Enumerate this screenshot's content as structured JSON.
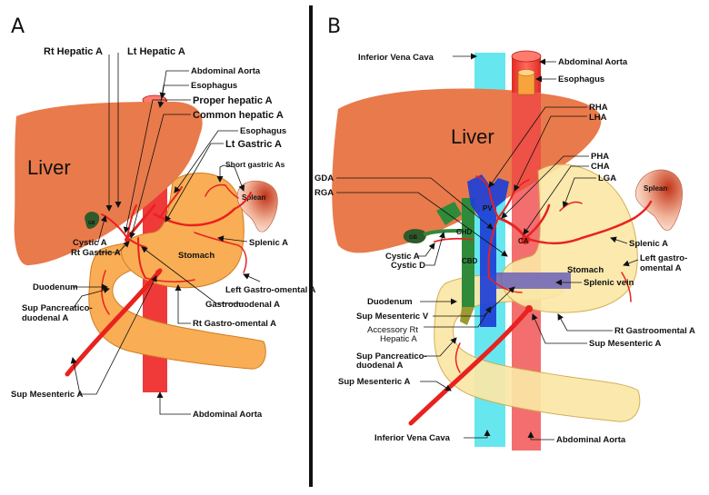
{
  "panel_a": {
    "letter": "A",
    "organs": {
      "liver": "Liver",
      "stomach": "Stomach",
      "splean": "Splean",
      "gb": "GB"
    },
    "labels": {
      "rt_hepatic": "Rt Hepatic A",
      "lt_hepatic": "Lt Hepatic A",
      "abdominal_aorta_top": "Abdominal Aorta",
      "esophagus_top": "Esophagus",
      "proper_hepatic": "Proper hepatic A",
      "common_hepatic": "Common hepatic A",
      "esophagus_mid": "Esophagus",
      "lt_gastric": "Lt Gastric A",
      "short_gastric": "Short gastric As",
      "cystic": "Cystic A",
      "rt_gastric": "Rt Gastric A",
      "splenic": "Splenic A",
      "duodenum": "Duodenum",
      "left_gastro_omental": "Left Gastro-omental A",
      "gastroduodenal": "Gastroduodenal A",
      "sup_pancreatico_1": "Sup Pancreatico-",
      "sup_pancreatico_2": "duodenal A",
      "rt_gastro_omental": "Rt Gastro-omental A",
      "sup_mesenteric": "Sup Mesenteric A",
      "abdominal_aorta_bottom": "Abdominal Aorta"
    }
  },
  "panel_b": {
    "letter": "B",
    "organs": {
      "liver": "Liver",
      "stomach": "Stomach",
      "splean": "Splean",
      "gb": "GB"
    },
    "inner": {
      "pv": "PV",
      "chd": "CHD",
      "cbd": "CBD",
      "ca": "CA"
    },
    "labels": {
      "ivc_top": "Inferior Vena Cava",
      "abdominal_aorta_top": "Abdominal Aorta",
      "esophagus": "Esophagus",
      "rha": "RHA",
      "lha": "LHA",
      "pha": "PHA",
      "cha": "CHA",
      "lga": "LGA",
      "gda": "GDA",
      "rga": "RGA",
      "cystic_a": "Cystic A",
      "cystic_d": "Cystic D",
      "splenic_a": "Splenic A",
      "left_gastro_1": "Left gastro-",
      "left_gastro_2": "omental A",
      "duodenum": "Duodenum",
      "splenic_vein": "Splenic vein",
      "sup_mesenteric_v": "Sup Mesenteric V",
      "accessory_1": "Accessory Rt",
      "accessory_2": "Hepatic A",
      "rt_gastroomental": "Rt Gastroomental A",
      "sup_mesenteric_a_right": "Sup Mesenteric A",
      "sup_pancreatico_1": "Sup Pancreatico-",
      "sup_pancreatico_2": "duodenal A",
      "sup_mesenteric_a_left": "Sup Mesenteric A",
      "ivc_bottom": "Inferior Vena Cava",
      "abdominal_aorta_bottom": "Abdominal Aorta"
    }
  },
  "colors": {
    "liver": "#e97a4b",
    "stomach_a": "#f9ad55",
    "stomach_b": "#fbe7a6",
    "artery": "#e8221f",
    "aorta": "#f04545",
    "ivc": "#5ee6ef",
    "portal": "#1c3fd6",
    "bile": "#2f8a3a",
    "gb": "#2f5a2a",
    "spleen_a": "#f6d9c6",
    "spleen_b": "#c73a1e",
    "splenic_vein": "#6a62b8"
  }
}
